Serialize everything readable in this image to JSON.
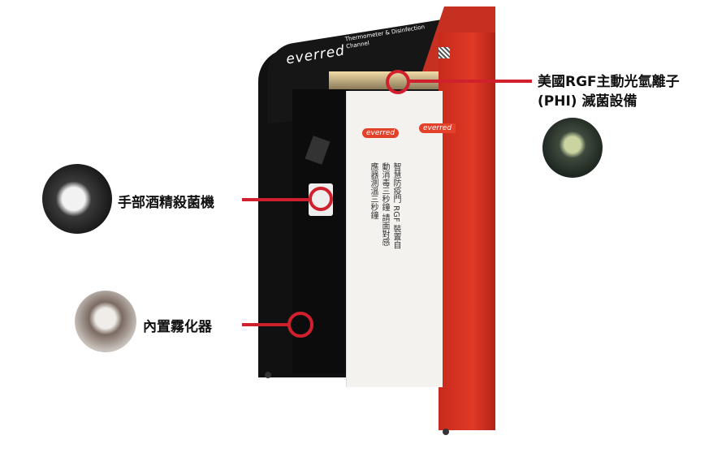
{
  "product": {
    "brand_logo": "everred",
    "logo_subtitle": "Thermometer & Disinfection Channel",
    "curtain_logo": "everred",
    "curtain_text": "智慧防疫門 RGF 裝置自動消毒三秒鐘 請面對感應器測溫三秒鐘"
  },
  "callouts": [
    {
      "line1": "美國RGF主動光氫離子",
      "line2": "(PHI) 滅菌設備"
    },
    {
      "line1": "手部酒精殺菌機"
    },
    {
      "line1": "內置霧化器"
    }
  ],
  "colors": {
    "accent": "#d0202e",
    "booth_red": "#d93323",
    "booth_black": "#111111"
  }
}
